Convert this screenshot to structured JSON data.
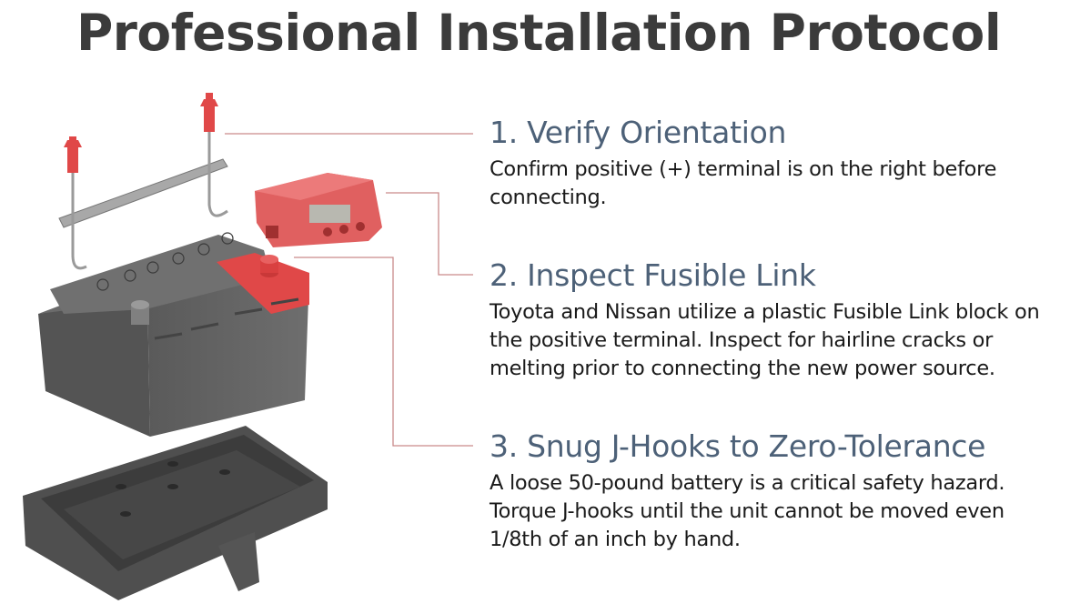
{
  "title": "Professional Installation Protocol",
  "colors": {
    "accent_red": "#e04848",
    "heading_blue": "#4d6178",
    "leader_line": "#c98a8a",
    "battery_gray": "#5f5f5f"
  },
  "steps": [
    {
      "heading": "1. Verify Orientation",
      "body": "Confirm positive (+) terminal is on the right before connecting."
    },
    {
      "heading": "2. Inspect Fusible Link",
      "body": "Toyota and Nissan utilize a plastic Fusible Link block on the positive terminal. Inspect for hairline cracks or melting prior to connecting the new power source."
    },
    {
      "heading": "3. Snug J-Hooks to Zero-Tolerance",
      "body": "A loose 50-pound battery is a critical safety hazard. Torque J-hooks until the unit cannot be moved even 1/8th of an inch by hand."
    }
  ]
}
